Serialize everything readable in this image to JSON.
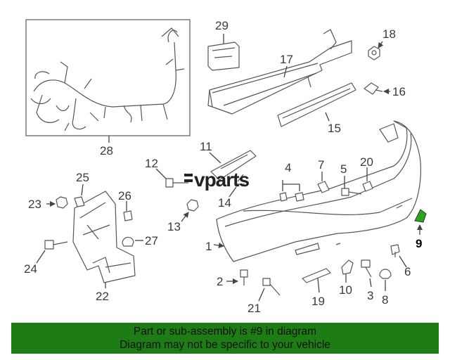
{
  "watermark": {
    "logo_text": "vparts"
  },
  "highlighted_part": "9",
  "colors": {
    "highlight": "#2aa61e",
    "banner": "#1e7c15",
    "line": "#555555"
  },
  "callouts": [
    "1",
    "2",
    "3",
    "4",
    "5",
    "6",
    "7",
    "8",
    "9",
    "10",
    "11",
    "12",
    "13",
    "14",
    "15",
    "16",
    "17",
    "18",
    "19",
    "20",
    "21",
    "22",
    "23",
    "24",
    "25",
    "26",
    "27",
    "28",
    "29"
  ],
  "banner": {
    "line1": "Part or sub-assembly is #9 in diagram",
    "line2": "Diagram may not be specific to your vehicle"
  }
}
